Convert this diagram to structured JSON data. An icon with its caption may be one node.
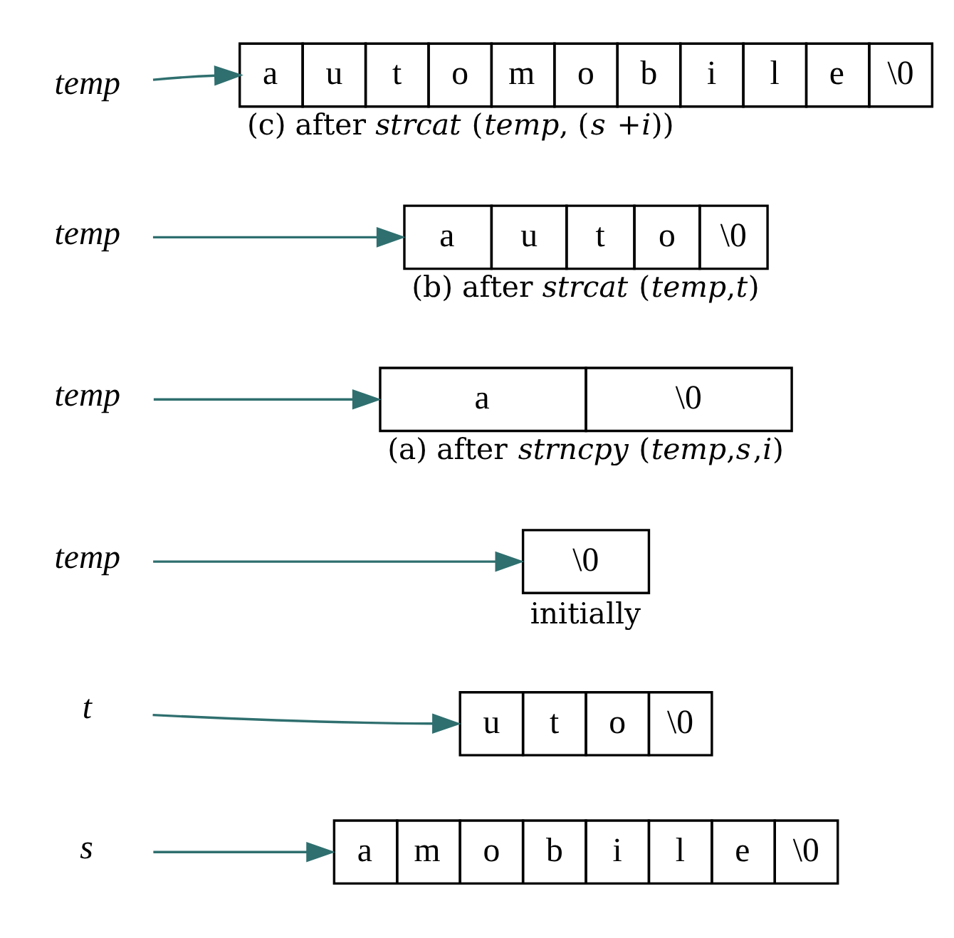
{
  "diagram": {
    "nodes": [
      {
        "text": [
          "s"
        ]
      },
      {
        "text": [
          "a",
          "m",
          "o",
          "b",
          "i",
          "l",
          "e",
          "\\0"
        ]
      },
      {
        "text": [
          "t"
        ]
      },
      {
        "text": [
          "u",
          "t",
          "o",
          "\\0"
        ]
      },
      {
        "text": [
          "temp"
        ]
      },
      {
        "text": [
          "\\0"
        ],
        "beside": [
          "initially"
        ]
      },
      {
        "text": [
          "temp"
        ]
      },
      {
        "text": [
          "a",
          "\\0"
        ],
        "beside": [
          "(a) after *strncpy* (*temp*,*s*,*i*)"
        ]
      },
      {
        "text": [
          "temp"
        ]
      },
      {
        "text": [
          "a",
          "u",
          "t",
          "o",
          "\\0"
        ],
        "beside": [
          "(b) after *strcat* (*temp*,*t*)"
        ]
      },
      {
        "text": [
          "temp"
        ]
      },
      {
        "text": [
          "a",
          "u",
          "t",
          "o",
          "m",
          "o",
          "b",
          "i",
          "l",
          "e",
          "\\0"
        ],
        "beside": [
          "(c) after *strcat* (*temp*, (*s* +*i*))"
        ]
      }
    ],
    "edges": [
      {
        "from": 0,
        "to": 1,
        "arrow": "to"
      },
      {
        "from": 2,
        "to": 3,
        "arrow": "to"
      },
      {
        "from": 4,
        "to": 5,
        "arrow": "to"
      },
      {
        "from": 6,
        "to": 7,
        "arrow": "to"
      },
      {
        "from": 8,
        "to": 9,
        "arrow": "to"
      },
      {
        "from": 10,
        "to": 11,
        "arrow": "to"
      }
    ]
  }
}
